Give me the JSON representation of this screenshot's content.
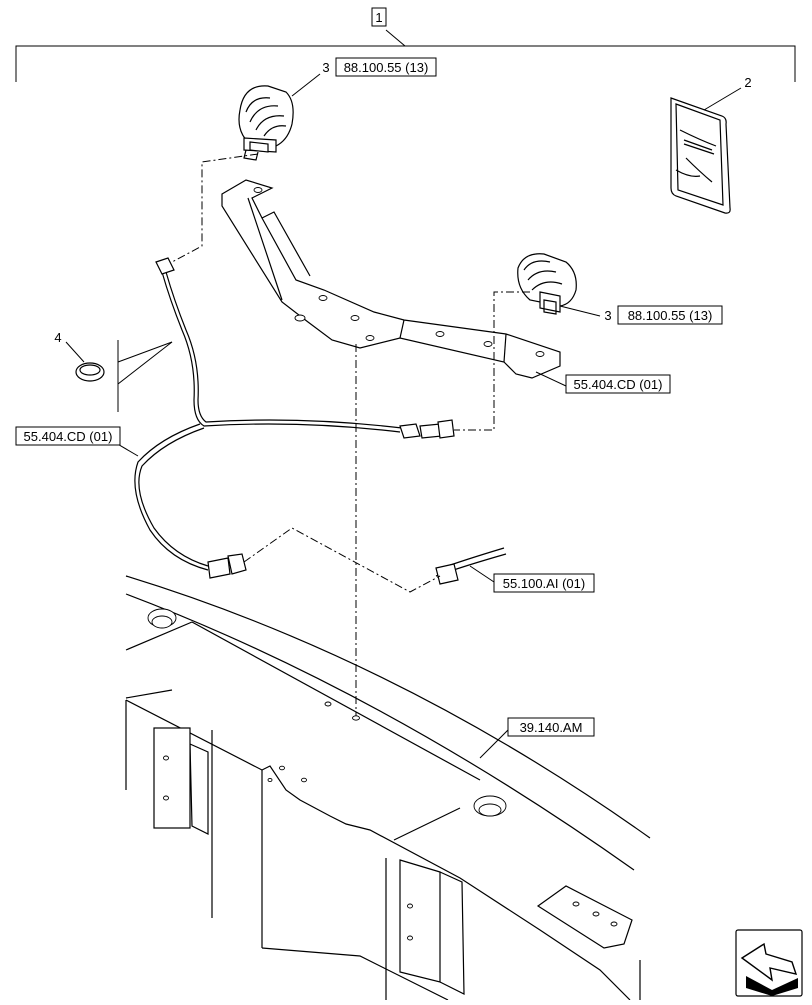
{
  "assembly": {
    "number": "1"
  },
  "items": {
    "item2": {
      "number": "2"
    },
    "item3a": {
      "number": "3",
      "ref": "88.100.55 (13)"
    },
    "item3b": {
      "number": "3",
      "ref": "88.100.55 (13)"
    },
    "item4": {
      "number": "4"
    }
  },
  "references": {
    "bracket_ref": "55.404.CD (01)",
    "harness_ref": "55.404.CD (01)",
    "connector_ref": "55.100.AI (01)",
    "frame_ref": "39.140.AM"
  },
  "nav": {
    "icon": "next-page-arrow-icon"
  }
}
